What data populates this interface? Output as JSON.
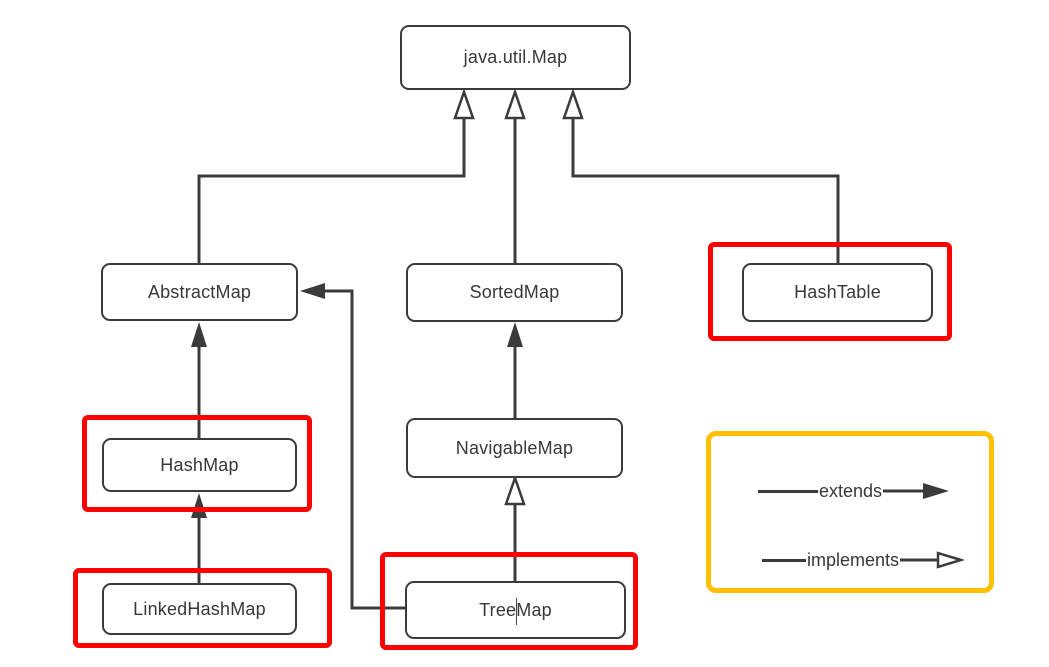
{
  "title": "java.util.Map class hierarchy diagram",
  "colors": {
    "line": "#3b3b3b",
    "box_border": "#3b3b3b",
    "text": "#383838",
    "highlight_red": "#ff0000",
    "legend_border": "#ffc000",
    "background": "#ffffff"
  },
  "nodes": [
    {
      "id": "java-util-map",
      "label": "java.util.Map",
      "highlighted": false
    },
    {
      "id": "abstract-map",
      "label": "AbstractMap",
      "highlighted": false
    },
    {
      "id": "sorted-map",
      "label": "SortedMap",
      "highlighted": false
    },
    {
      "id": "hash-table",
      "label": "HashTable",
      "highlighted": true
    },
    {
      "id": "hash-map",
      "label": "HashMap",
      "highlighted": true
    },
    {
      "id": "navigable-map",
      "label": "NavigableMap",
      "highlighted": false
    },
    {
      "id": "linked-hash-map",
      "label": "LinkedHashMap",
      "highlighted": true
    },
    {
      "id": "tree-map",
      "label": "TreeMap",
      "highlighted": true
    }
  ],
  "edges": [
    {
      "from": "AbstractMap",
      "to": "java.util.Map",
      "type": "implements"
    },
    {
      "from": "SortedMap",
      "to": "java.util.Map",
      "type": "implements"
    },
    {
      "from": "HashTable",
      "to": "java.util.Map",
      "type": "implements"
    },
    {
      "from": "HashMap",
      "to": "AbstractMap",
      "type": "extends"
    },
    {
      "from": "LinkedHashMap",
      "to": "HashMap",
      "type": "extends"
    },
    {
      "from": "NavigableMap",
      "to": "SortedMap",
      "type": "extends"
    },
    {
      "from": "TreeMap",
      "to": "NavigableMap",
      "type": "implements"
    },
    {
      "from": "TreeMap",
      "to": "AbstractMap",
      "type": "extends"
    }
  ],
  "legend": {
    "items": [
      {
        "label": "extends",
        "arrow": "solid"
      },
      {
        "label": "implements",
        "arrow": "hollow"
      }
    ]
  }
}
